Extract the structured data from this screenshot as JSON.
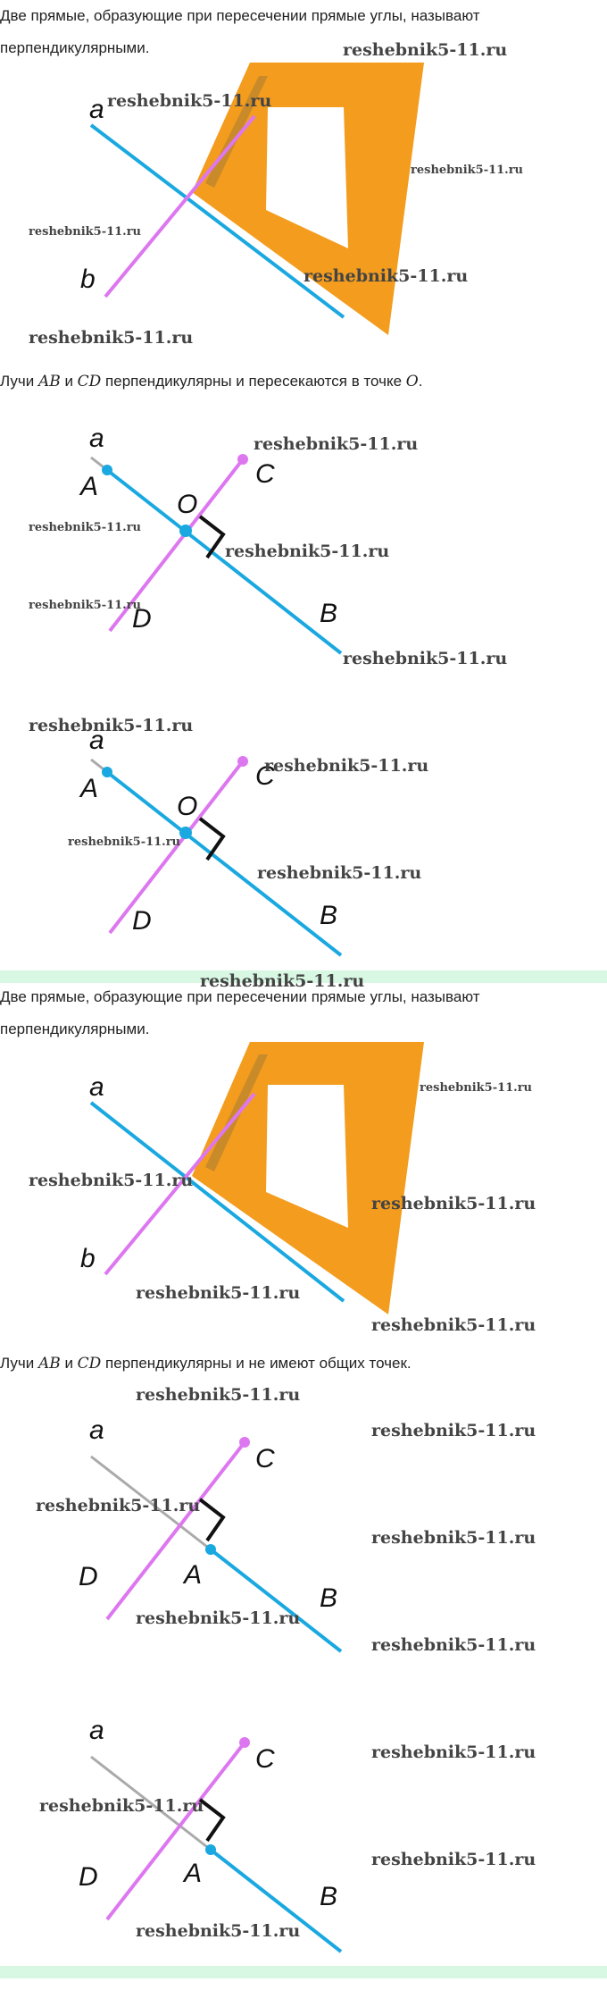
{
  "watermark": "reshebnik5-11.ru",
  "section1": {
    "text": "Две прямые, образующие при пересечении прямые углы, называют перпендикулярными.",
    "labels": {
      "a": "a",
      "b": "b"
    }
  },
  "section2": {
    "text_prefix": "Лучи ",
    "ray1": "AB",
    "conj": " и ",
    "ray2": "CD",
    "text_suffix": " перпендикулярны и пересекаются в точке ",
    "point": "O",
    "end": ".",
    "labels": {
      "a": "a",
      "A": "A",
      "O": "O",
      "C": "C",
      "D": "D",
      "B": "B"
    }
  },
  "section3": {
    "text": "Две прямые, образующие при пересечении прямые углы, называют перпендикулярными.",
    "labels": {
      "a": "a",
      "b": "b"
    }
  },
  "section4": {
    "text_prefix": "Лучи ",
    "ray1": "AB",
    "conj": " и ",
    "ray2": "CD",
    "text_suffix": " перпендикулярны и не имеют общих точек.",
    "labels": {
      "a": "a",
      "A": "A",
      "C": "C",
      "D": "D",
      "B": "B"
    }
  },
  "colors": {
    "blue_line": "#1aa8e0",
    "violet_line": "#dd77f0",
    "gray_line": "#aaaaaa",
    "ruler": "#f39c1e",
    "band": "#d8f8e4"
  }
}
